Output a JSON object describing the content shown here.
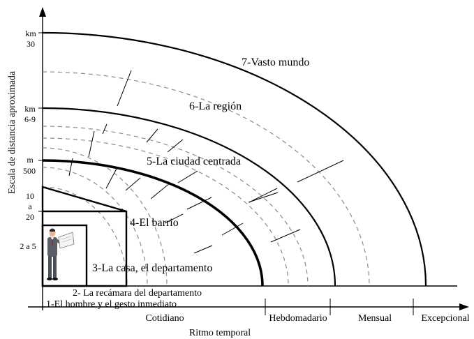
{
  "axes": {
    "y_label": "Escala de distancia aproximada",
    "x_label": "Ritmo temporal",
    "y_ticks": {
      "km_30_unit": "km",
      "km_30_value": "30",
      "km_69_unit": "km",
      "km_69_value": "6-9",
      "m_500_unit": "m",
      "m_500_value": "500",
      "r1020_top": "10",
      "r1020_mid": "a",
      "r1020_bot": "20",
      "r2a5": "2 a 5"
    },
    "x_ticks": {
      "cotidiano": "Cotidiano",
      "hebdomadario": "Hebdomadario",
      "mensual": "Mensual",
      "excepcional": "Excepcional"
    }
  },
  "zones": {
    "z1": "1-El  hombre y el gesto inmediato",
    "z2": "2- La recámara del departamento",
    "z3": "3-La casa, el departamento",
    "z4": "4-El barrio",
    "z5": "5-La ciudad centrada",
    "z6": "6-La región",
    "z7": "7-Vasto mundo"
  },
  "figure": {
    "icon": "man-with-paper-figure"
  }
}
